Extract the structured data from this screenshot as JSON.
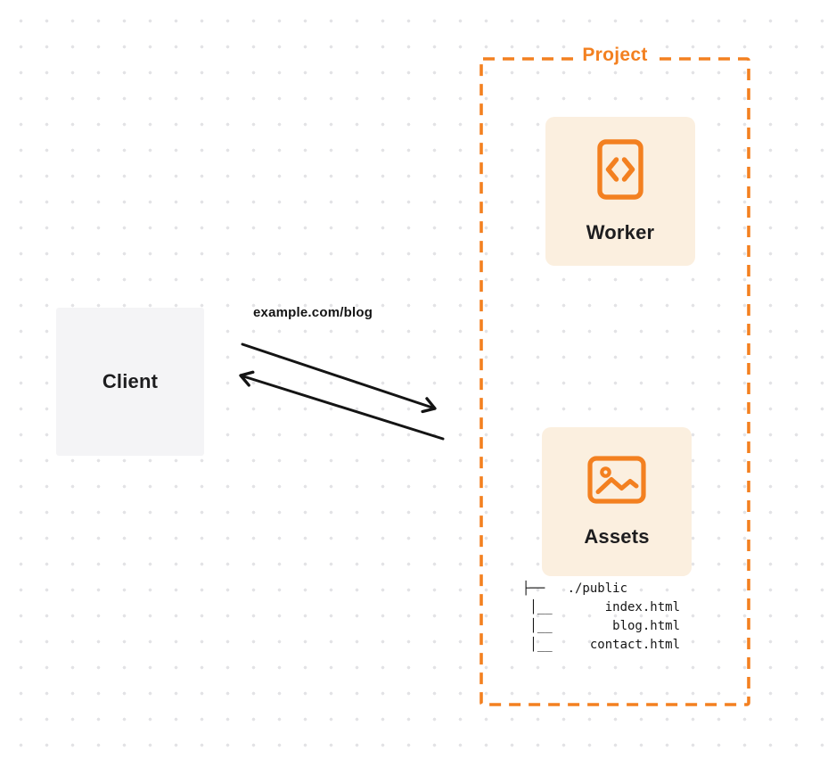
{
  "colors": {
    "accent_orange": "#F38020",
    "card_fill": "#FBEFDF",
    "client_fill": "#F4F4F6",
    "text_dark": "#1D1D1F",
    "arrow_black": "#141414"
  },
  "project": {
    "label": "Project"
  },
  "worker": {
    "label": "Worker",
    "icon": "code-icon"
  },
  "assets": {
    "label": "Assets",
    "icon": "image-icon"
  },
  "file_tree": {
    "lines": [
      "├──   ./public",
      " │__       index.html",
      " │__        blog.html",
      " │__     contact.html"
    ]
  },
  "client": {
    "label": "Client"
  },
  "request": {
    "label": "example.com/blog"
  }
}
